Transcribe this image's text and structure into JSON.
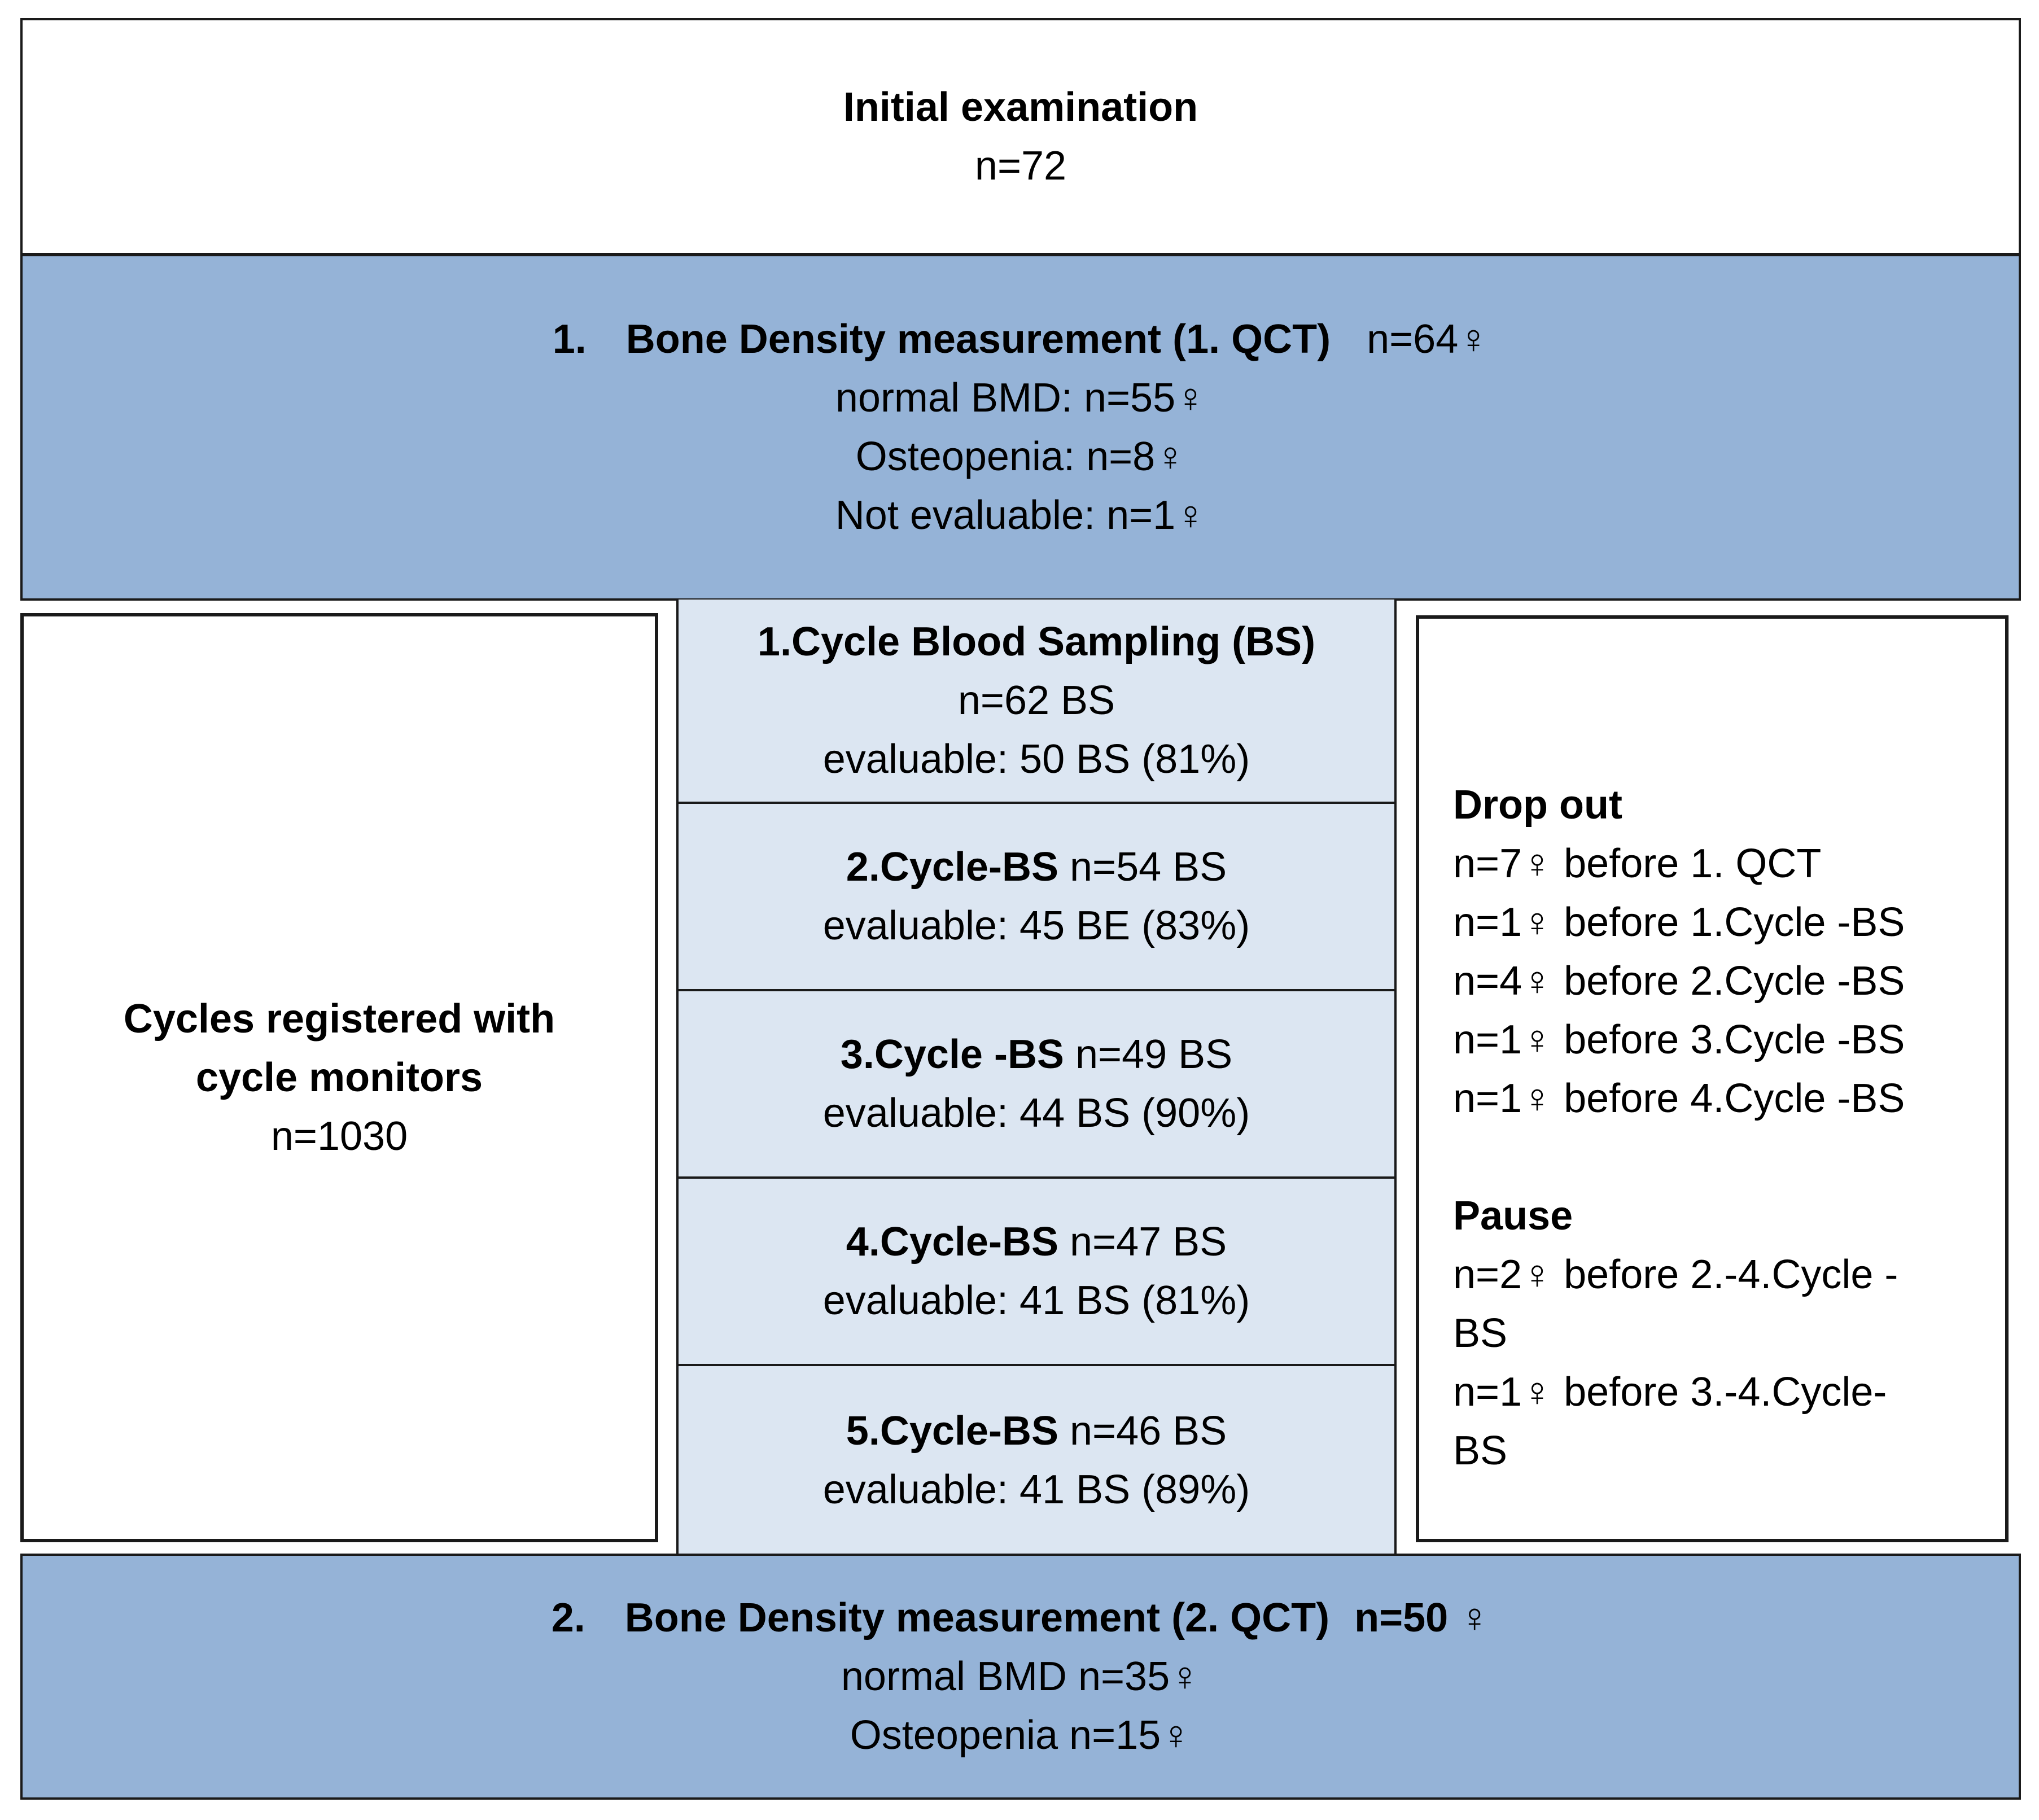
{
  "initial": {
    "title": "Initial examination",
    "n": "n=72"
  },
  "qct1": {
    "number": "1.",
    "title": "Bone Density measurement (1. QCT)",
    "n": "n=64♀",
    "lines": [
      "normal BMD: n=55♀",
      "Osteopenia:  n=8♀",
      "Not evaluable: n=1♀"
    ]
  },
  "cycles": {
    "title_line1": "Cycles registered with",
    "title_line2": "cycle monitors",
    "n": "n=1030"
  },
  "bs": {
    "c1": {
      "title": "1.Cycle Blood Sampling (BS)",
      "n": "n=62 BS",
      "evaluable": "evaluable: 50 BS (81%)"
    },
    "c2": {
      "title": "2.Cycle-BS",
      "n": " n=54 BS",
      "evaluable": "evaluable: 45 BE (83%)"
    },
    "c3": {
      "title": "3.Cycle -BS",
      "n": " n=49 BS",
      "evaluable": "evaluable: 44 BS (90%)"
    },
    "c4": {
      "title": "4.Cycle-BS",
      "n": " n=47 BS",
      "evaluable": "evaluable: 41 BS (81%)"
    },
    "c5": {
      "title": "5.Cycle-BS",
      "n": " n=46 BS",
      "evaluable": "evaluable: 41 BS (89%)"
    }
  },
  "dropout": {
    "title": "Drop out",
    "items": [
      "n=7♀ before 1. QCT",
      "n=1♀ before 1.Cycle -BS",
      "n=4♀ before 2.Cycle -BS",
      "n=1♀ before 3.Cycle -BS",
      "n=1♀ before 4.Cycle -BS"
    ]
  },
  "pause": {
    "title": "Pause",
    "items": [
      "n=2♀ before 2.-4.Cycle -",
      "BS",
      "n=1♀ before 3.-4.Cycle-",
      "BS"
    ]
  },
  "qct2": {
    "number": "2.",
    "title": "Bone Density measurement  (2. QCT)",
    "n": "n=50",
    "symbol": " ♀",
    "lines": [
      "normal BMD n=35♀",
      "Osteopenia n=15♀"
    ]
  },
  "colors": {
    "dark_fill": "#95b3d7",
    "light_fill": "#dce6f2",
    "border": "#1a1a1a"
  }
}
